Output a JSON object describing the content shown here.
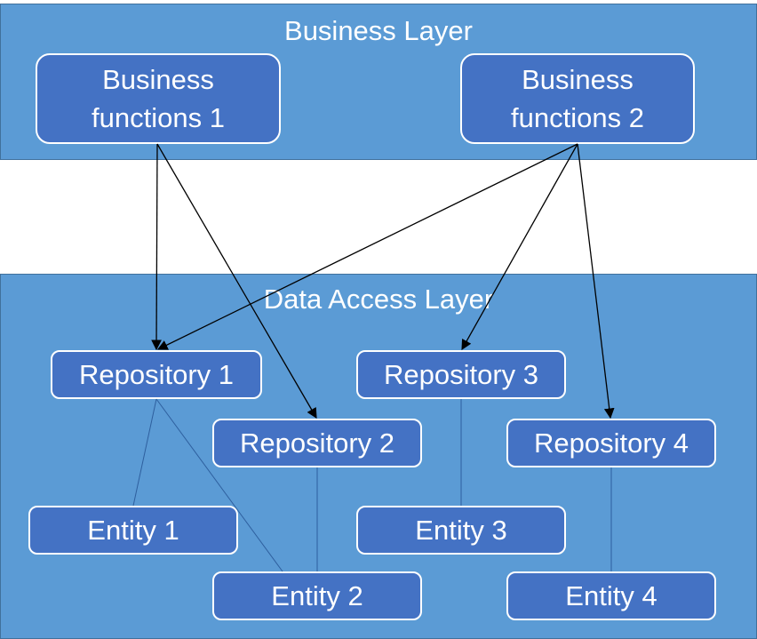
{
  "business_layer": {
    "title": "Business Layer",
    "functions": [
      {
        "id": "bf1",
        "label": "Business functions 1"
      },
      {
        "id": "bf2",
        "label": "Business functions 2"
      }
    ]
  },
  "data_access_layer": {
    "title": "Data Access Layer",
    "repositories": [
      {
        "id": "r1",
        "label": "Repository 1"
      },
      {
        "id": "r2",
        "label": "Repository 2"
      },
      {
        "id": "r3",
        "label": "Repository 3"
      },
      {
        "id": "r4",
        "label": "Repository 4"
      }
    ],
    "entities": [
      {
        "id": "e1",
        "label": "Entity 1"
      },
      {
        "id": "e2",
        "label": "Entity 2"
      },
      {
        "id": "e3",
        "label": "Entity 3"
      },
      {
        "id": "e4",
        "label": "Entity 4"
      }
    ]
  },
  "dependencies": [
    {
      "from": "bf1",
      "to": "r1"
    },
    {
      "from": "bf1",
      "to": "r2"
    },
    {
      "from": "bf2",
      "to": "r1"
    },
    {
      "from": "bf2",
      "to": "r3"
    },
    {
      "from": "bf2",
      "to": "r4"
    }
  ],
  "associations": [
    {
      "from": "r1",
      "to": "e1"
    },
    {
      "from": "r1",
      "to": "e2"
    },
    {
      "from": "r2",
      "to": "e2"
    },
    {
      "from": "r3",
      "to": "e3"
    },
    {
      "from": "r4",
      "to": "e4"
    }
  ],
  "colors": {
    "layer_fill": "#5b9bd5",
    "node_fill": "#4472c4",
    "node_border": "#ffffff",
    "arrow": "#000000",
    "association": "#2e5f9e"
  }
}
